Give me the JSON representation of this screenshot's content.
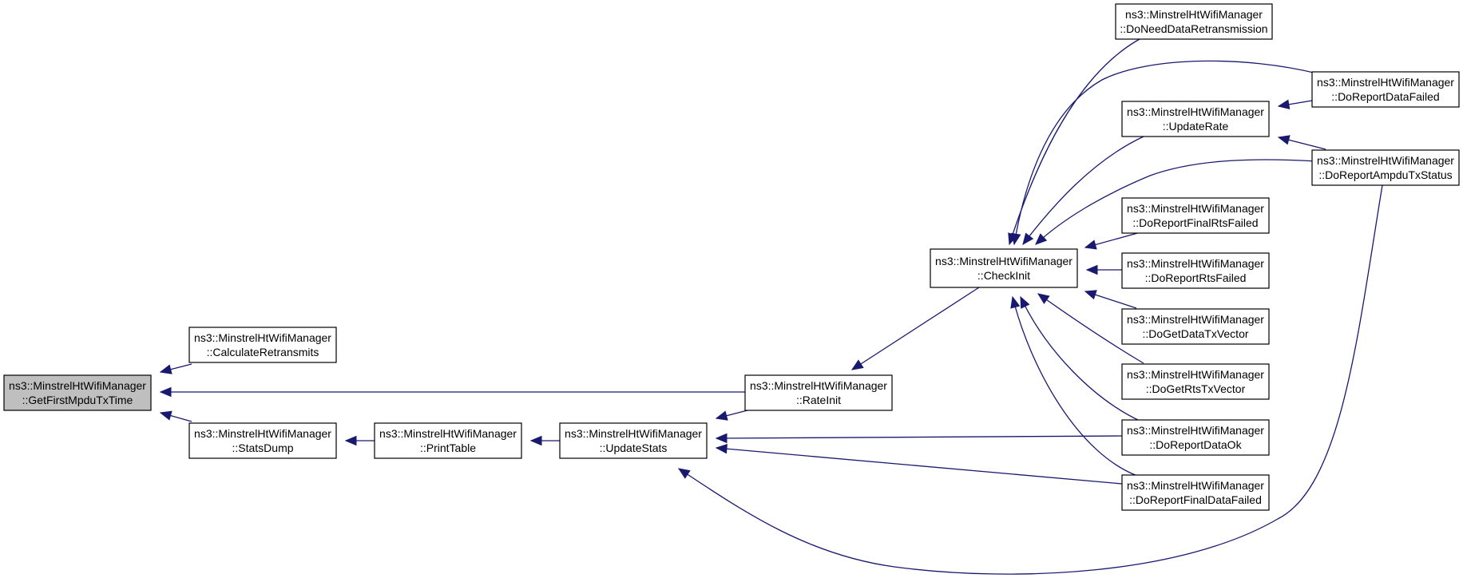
{
  "graph": {
    "nodes": [
      {
        "id": "gfmt",
        "line1": "ns3::MinstrelHtWifiManager",
        "line2": "::GetFirstMpduTxTime",
        "highlight": true
      },
      {
        "id": "calc",
        "line1": "ns3::MinstrelHtWifiManager",
        "line2": "::CalculateRetransmits"
      },
      {
        "id": "stats",
        "line1": "ns3::MinstrelHtWifiManager",
        "line2": "::StatsDump"
      },
      {
        "id": "print",
        "line1": "ns3::MinstrelHtWifiManager",
        "line2": "::PrintTable"
      },
      {
        "id": "upd",
        "line1": "ns3::MinstrelHtWifiManager",
        "line2": "::UpdateStats"
      },
      {
        "id": "rinit",
        "line1": "ns3::MinstrelHtWifiManager",
        "line2": "::RateInit"
      },
      {
        "id": "cinit",
        "line1": "ns3::MinstrelHtWifiManager",
        "line2": "::CheckInit"
      },
      {
        "id": "dndr",
        "line1": "ns3::MinstrelHtWifiManager",
        "line2": "::DoNeedDataRetransmission"
      },
      {
        "id": "urate",
        "line1": "ns3::MinstrelHtWifiManager",
        "line2": "::UpdateRate"
      },
      {
        "id": "dfrf",
        "line1": "ns3::MinstrelHtWifiManager",
        "line2": "::DoReportFinalRtsFailed"
      },
      {
        "id": "drf",
        "line1": "ns3::MinstrelHtWifiManager",
        "line2": "::DoReportRtsFailed"
      },
      {
        "id": "dgdtv",
        "line1": "ns3::MinstrelHtWifiManager",
        "line2": "::DoGetDataTxVector"
      },
      {
        "id": "dgrtv",
        "line1": "ns3::MinstrelHtWifiManager",
        "line2": "::DoGetRtsTxVector"
      },
      {
        "id": "drdok",
        "line1": "ns3::MinstrelHtWifiManager",
        "line2": "::DoReportDataOk"
      },
      {
        "id": "dfdf",
        "line1": "ns3::MinstrelHtWifiManager",
        "line2": "::DoReportFinalDataFailed"
      },
      {
        "id": "drdf",
        "line1": "ns3::MinstrelHtWifiManager",
        "line2": "::DoReportDataFailed"
      },
      {
        "id": "dats",
        "line1": "ns3::MinstrelHtWifiManager",
        "line2": "::DoReportAmpduTxStatus"
      }
    ],
    "edges": [
      {
        "from": "calc",
        "to": "gfmt"
      },
      {
        "from": "rinit",
        "to": "gfmt"
      },
      {
        "from": "stats",
        "to": "gfmt"
      },
      {
        "from": "print",
        "to": "stats"
      },
      {
        "from": "upd",
        "to": "print"
      },
      {
        "from": "rinit",
        "to": "upd"
      },
      {
        "from": "drdok",
        "to": "upd"
      },
      {
        "from": "dfdf",
        "to": "upd"
      },
      {
        "from": "dats",
        "to": "upd"
      },
      {
        "from": "cinit",
        "to": "rinit"
      },
      {
        "from": "dndr",
        "to": "cinit"
      },
      {
        "from": "drdf",
        "to": "cinit"
      },
      {
        "from": "urate",
        "to": "cinit"
      },
      {
        "from": "dats",
        "to": "cinit"
      },
      {
        "from": "dfrf",
        "to": "cinit"
      },
      {
        "from": "drf",
        "to": "cinit"
      },
      {
        "from": "dgdtv",
        "to": "cinit"
      },
      {
        "from": "dgrtv",
        "to": "cinit"
      },
      {
        "from": "drdok",
        "to": "cinit"
      },
      {
        "from": "dfdf",
        "to": "cinit"
      },
      {
        "from": "drdf",
        "to": "urate"
      },
      {
        "from": "dats",
        "to": "urate"
      }
    ]
  },
  "colors": {
    "edge": "#191970",
    "node_fill": "#ffffff",
    "node_highlight_fill": "#bfbfbf",
    "node_border": "#000000"
  }
}
